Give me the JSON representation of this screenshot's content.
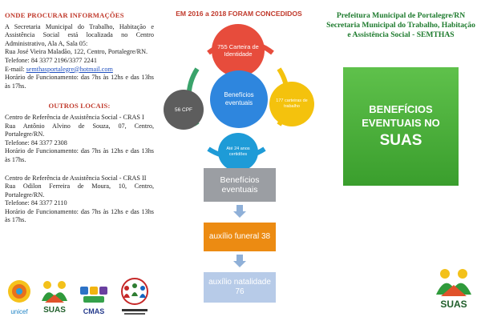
{
  "left": {
    "where_heading": "ONDE PROCURAR INFORMAÇÕES",
    "secretaria": {
      "description": "A Secretaria Municipal do Trabalho, Habitação e Assistência Social está localizada no Centro Administrativo, Ala A, Sala 05:",
      "address": "Rua José Vieira Maladão, 122, Centro, Portalegre/RN.",
      "phone": "Telefone: 84 3377 2196/3377 2241",
      "email_label": "E-mail: ",
      "email": "semthasportalegre@hotmail.com",
      "hours": "Horário de Funcionamento: das 7hs às 12hs e das 13hs às 17hs."
    },
    "other_heading": "OUTROS LOCAIS:",
    "cras1": {
      "name": "Centro de Referência de Assistência Social - CRAS I",
      "address": "Rua Antônio Alvino de Souza, 07, Centro, Portalegre/RN.",
      "phone": "Telefone: 84 3377 2308",
      "hours": "Horário de Funcionamento: das 7hs às 12hs e das 13hs às 17hs."
    },
    "cras2": {
      "name": "Centro de Referência de Assistência Social - CRAS II",
      "address": "Rua Odilon Ferreira de Moura, 10, Centro, Portalegre/RN.",
      "phone": "Telefone: 84 3377 2110",
      "hours": "Horário de Funcionamento: das 7hs às 12hs e das 13hs às 17hs."
    },
    "logos": {
      "unicef": "unicef",
      "suas": "SUAS",
      "cmas": "CMAS"
    }
  },
  "middle": {
    "title": "EM 2016 a 2018 FORAM CONCEDIDOS",
    "cycle": {
      "top": "755 Carteira de Identidade",
      "center": "Benefícios eventuais",
      "right": "177 carteiras de trabalho",
      "left": "56 CPF",
      "bottom": "Até 24 anos certidões"
    },
    "flow": [
      "Benefícios eventuais",
      "auxílio funeral 38",
      "auxílio natalidade 76"
    ]
  },
  "right": {
    "title_line1": "Prefeitura Municipal de Portalegre/RN",
    "title_line2": "Secretaria Municipal do Trabalho, Habitação",
    "title_line3": "e Assistência Social - SEMTHAS",
    "box_line1": "BENEFÍCIOS",
    "box_line2": "EVENTUAIS NO",
    "box_line3": "SUAS",
    "logo_text": "SUAS"
  },
  "colors": {
    "red": "#c0392b",
    "green": "#3a9e2d",
    "blue": "#2e86de",
    "orange": "#ec8b12",
    "gray": "#9b9ea3",
    "light_blue": "#b7cbe8",
    "yellow": "#f4c20d"
  }
}
